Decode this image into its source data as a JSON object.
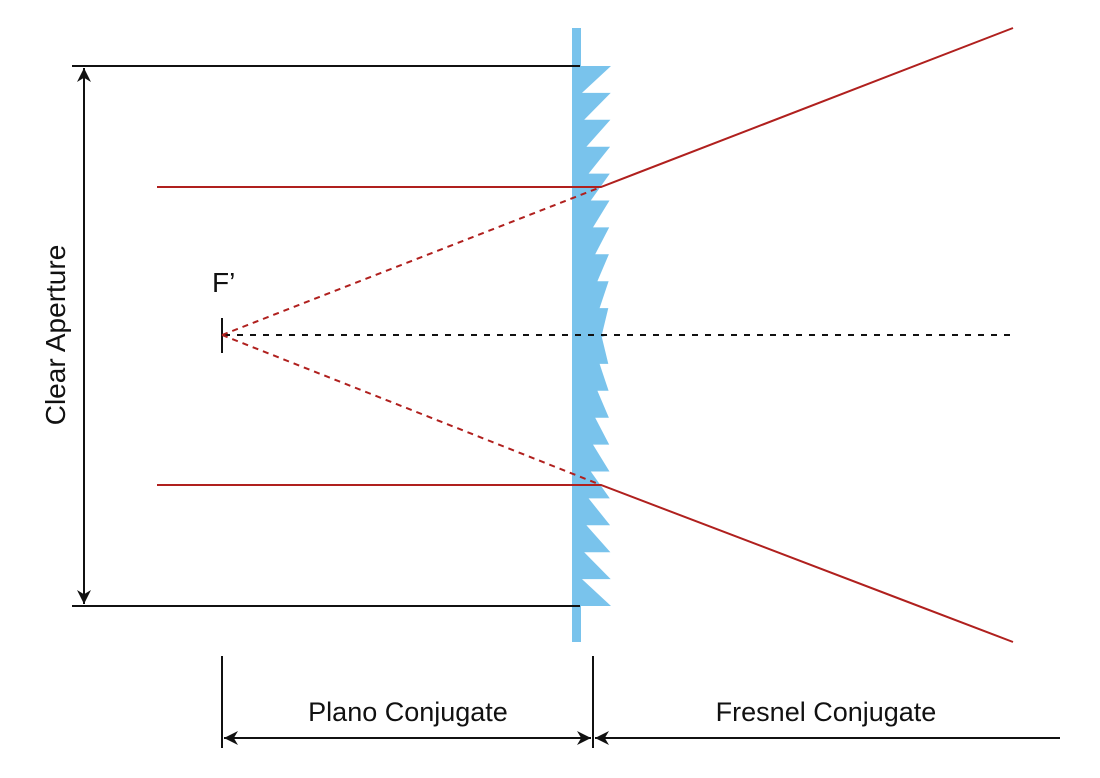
{
  "labels": {
    "clear_aperture": "Clear Aperture",
    "focal_point": "F’",
    "plano_conjugate": "Plano Conjugate",
    "fresnel_conjugate": "Fresnel Conjugate"
  },
  "colors": {
    "lens": "#79c3ec",
    "ray": "#b0201e",
    "line": "#111111"
  }
}
